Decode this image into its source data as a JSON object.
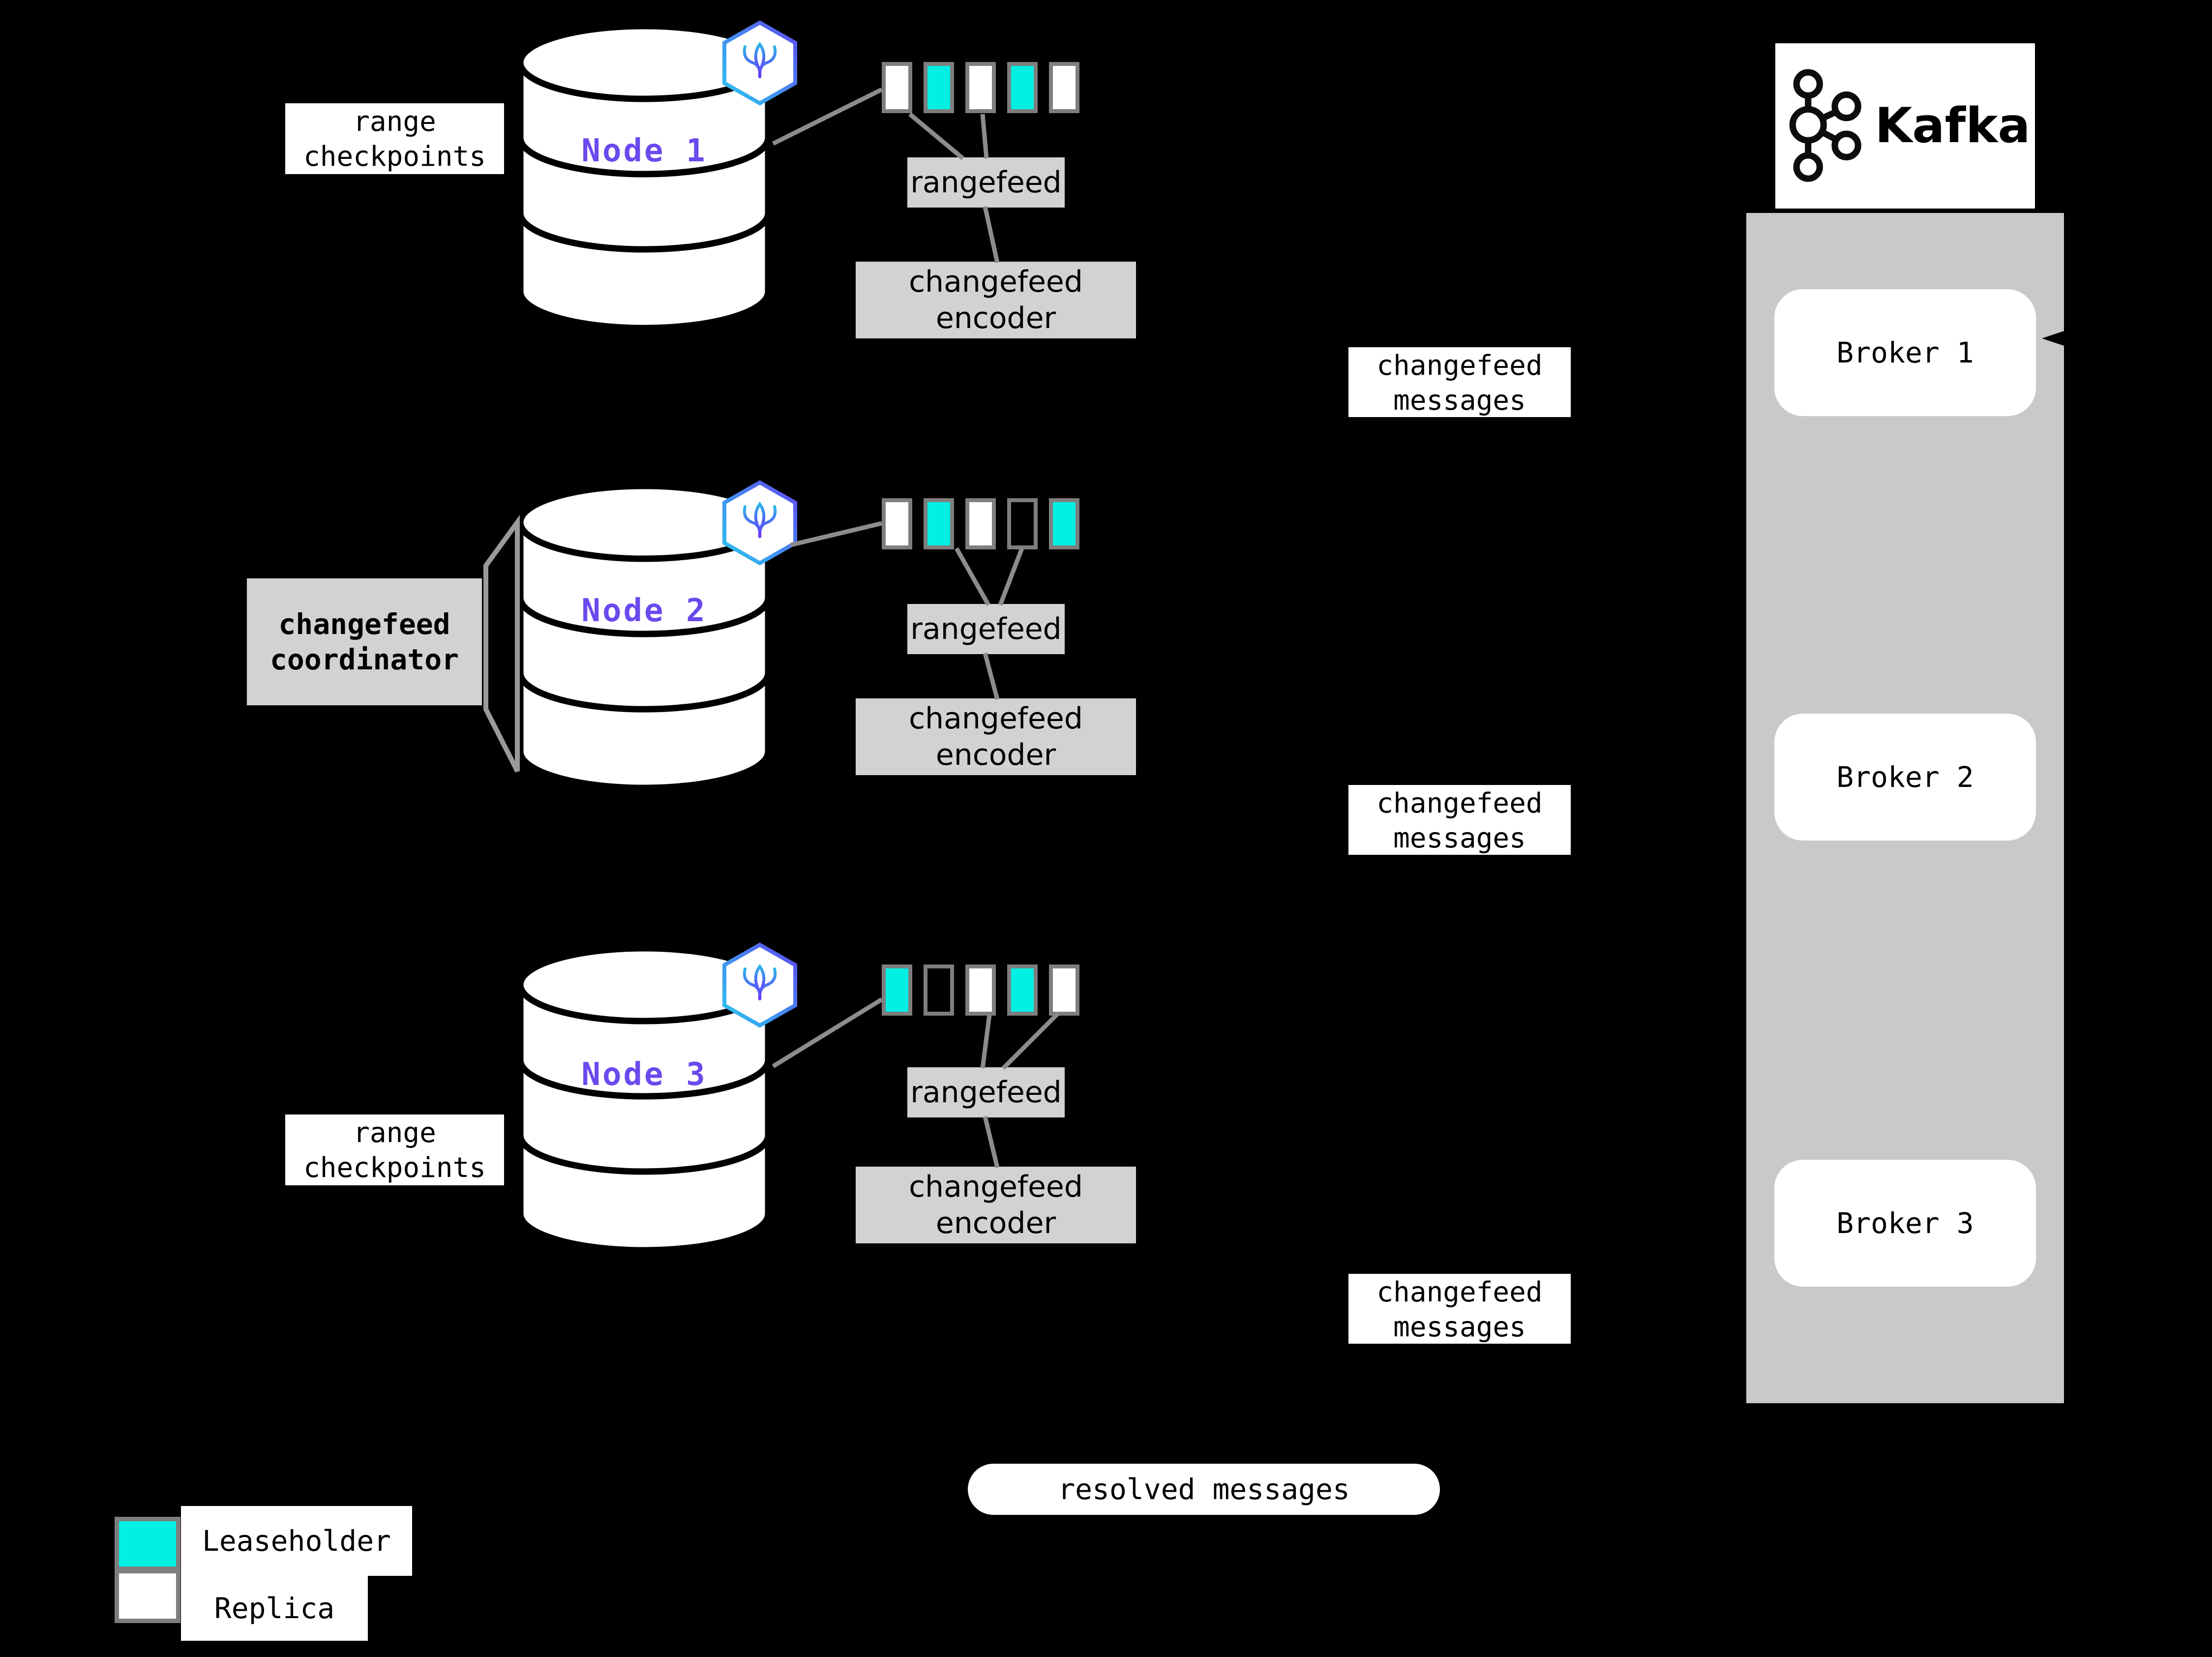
{
  "colors": {
    "background": "#000000",
    "leaseholder": "#00F0E4",
    "replica": "#ffffff",
    "box_gray": "#d2d2d2",
    "wall_gray": "#c9c9c9",
    "border_gray": "#7e7e7e",
    "line_gray": "#8c8c8c",
    "node_purple": "#6A4AEE"
  },
  "nodes": [
    {
      "label": "Node 1",
      "ranges": [
        "replica",
        "leaseholder",
        "replica",
        "leaseholder",
        "replica"
      ]
    },
    {
      "label": "Node 2",
      "ranges": [
        "replica",
        "leaseholder",
        "replica",
        "empty",
        "leaseholder"
      ]
    },
    {
      "label": "Node 3",
      "ranges": [
        "leaseholder",
        "empty",
        "replica",
        "leaseholder",
        "replica"
      ]
    }
  ],
  "range_checkpoints": {
    "line1": "range",
    "line2": "checkpoints"
  },
  "coordinator": {
    "line1": "changefeed",
    "line2": "coordinator"
  },
  "rangefeed_label": "rangefeed",
  "encoder": {
    "line1": "changefeed",
    "line2": "encoder"
  },
  "messages": {
    "line1": "changefeed",
    "line2": "messages"
  },
  "resolved_label": "resolved messages",
  "kafka": {
    "wordmark": "Kafka",
    "brokers": [
      "Broker 1",
      "Broker 2",
      "Broker 3"
    ]
  },
  "legend": {
    "leaseholder": "Leaseholder",
    "replica": "Replica"
  }
}
